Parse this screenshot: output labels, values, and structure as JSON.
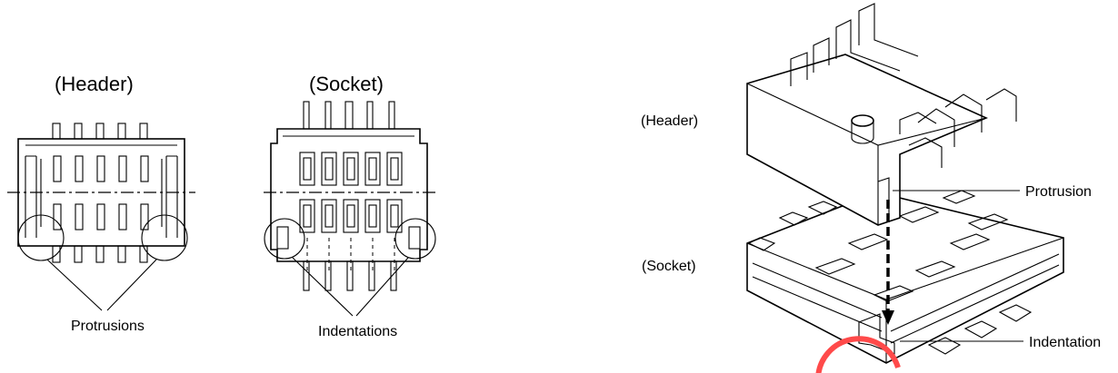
{
  "left": {
    "header_title": "(Header)",
    "header_callout": "Protrusions",
    "socket_title": "(Socket)",
    "socket_callout": "Indentations"
  },
  "right": {
    "header_label": "(Header)",
    "socket_label": "(Socket)",
    "protrusion_label": "Protrusion",
    "indentation_label": "Indentation"
  }
}
